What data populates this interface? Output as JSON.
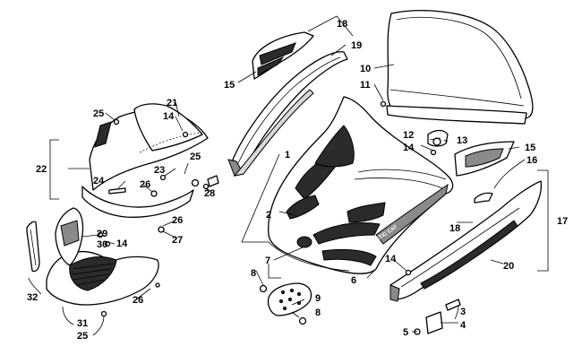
{
  "callouts": {
    "c1": "1",
    "c2": "2",
    "c3": "3",
    "c4": "4",
    "c5": "5",
    "c6": "6",
    "c7": "7",
    "c8a": "8",
    "c8b": "8",
    "c9": "9",
    "c10": "10",
    "c11": "11",
    "c12": "12",
    "c13": "13",
    "c14a": "14",
    "c14b": "14",
    "c14c": "14",
    "c14d": "14",
    "c15a": "15",
    "c15b": "15",
    "c16": "16",
    "c17": "17",
    "c18a": "18",
    "c18b": "18",
    "c19": "19",
    "c20": "20",
    "c21": "21",
    "c22": "22",
    "c23": "23",
    "c24": "24",
    "c25a": "25",
    "c25b": "25",
    "c25c": "25",
    "c26a": "26",
    "c26b": "26",
    "c26c": "26",
    "c27": "27",
    "c28": "28",
    "c29": "29",
    "c30": "30",
    "c31": "31",
    "c32": "32"
  },
  "logo_text": "ARCTIC CAT"
}
